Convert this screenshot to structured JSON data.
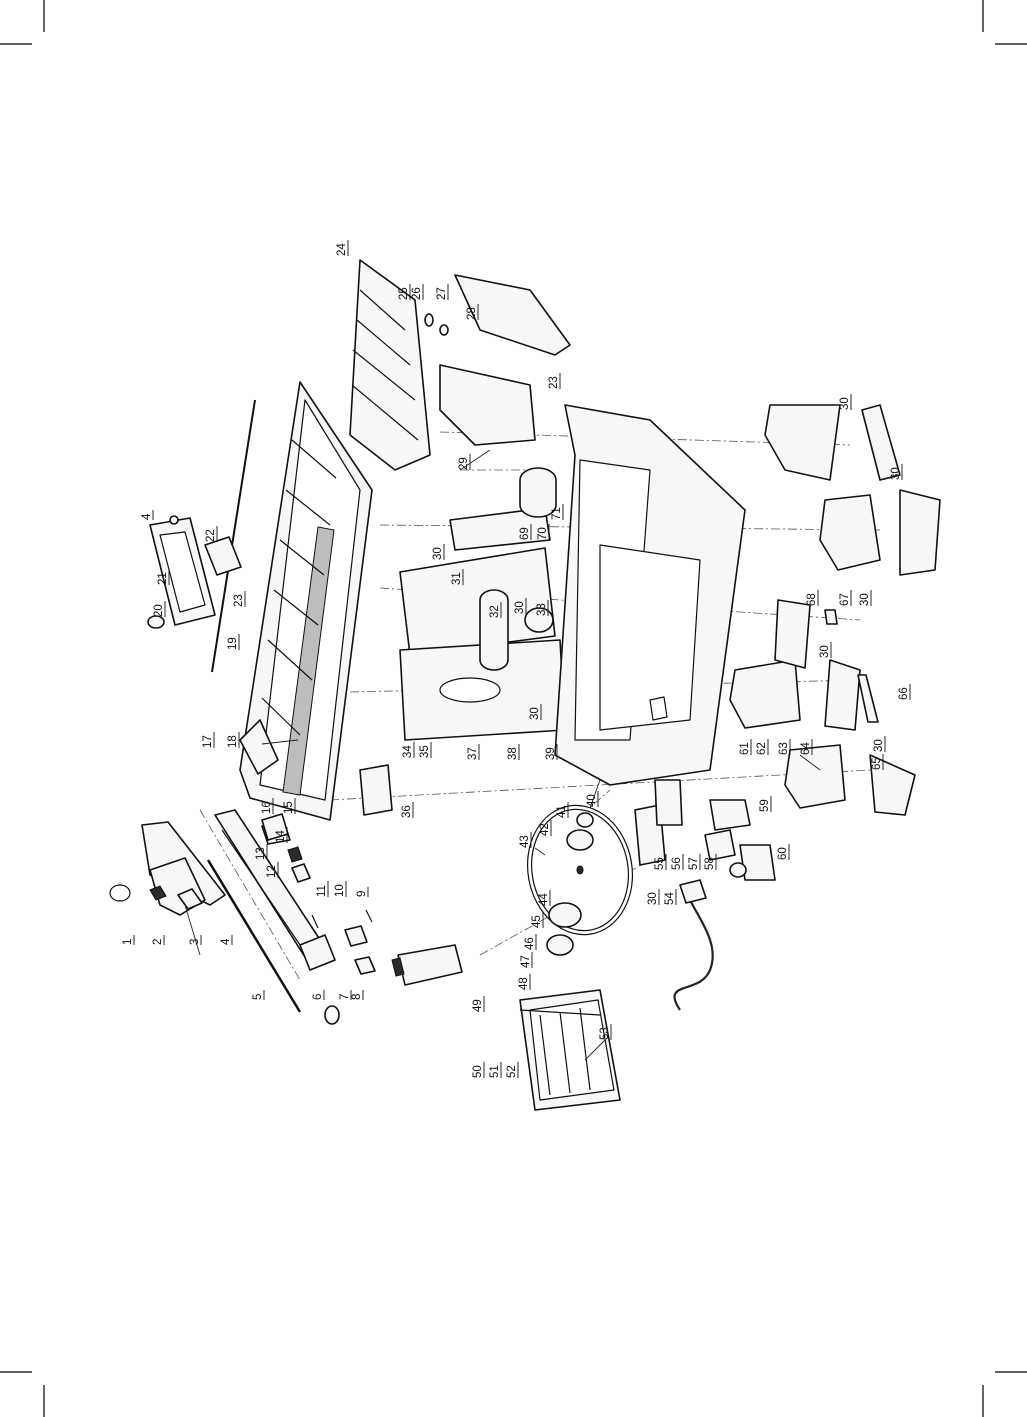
{
  "callouts": [
    "1",
    "2",
    "3",
    "4",
    "5",
    "6",
    "7",
    "8",
    "9",
    "10",
    "11",
    "12",
    "13",
    "14",
    "15",
    "16",
    "17",
    "18",
    "19",
    "20",
    "21",
    "22",
    "23",
    "24",
    "25",
    "26",
    "27",
    "28",
    "29",
    "30",
    "31",
    "32",
    "33",
    "34",
    "35",
    "36",
    "37",
    "38",
    "39",
    "40",
    "41",
    "42",
    "43",
    "44",
    "45",
    "46",
    "47",
    "48",
    "49",
    "50",
    "51",
    "52",
    "53",
    "54",
    "55",
    "56",
    "57",
    "58",
    "59",
    "60",
    "61",
    "62",
    "63",
    "64",
    "65",
    "66",
    "67",
    "68",
    "69",
    "70",
    "71"
  ],
  "style": {
    "ink": "#111111",
    "paper": "#ffffff",
    "guide": "#555555"
  }
}
